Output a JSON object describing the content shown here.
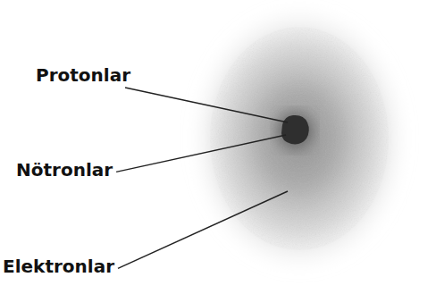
{
  "diagram": {
    "labels": [
      "Protonlar",
      "Nötronlar",
      "Elektronlar"
    ]
  }
}
